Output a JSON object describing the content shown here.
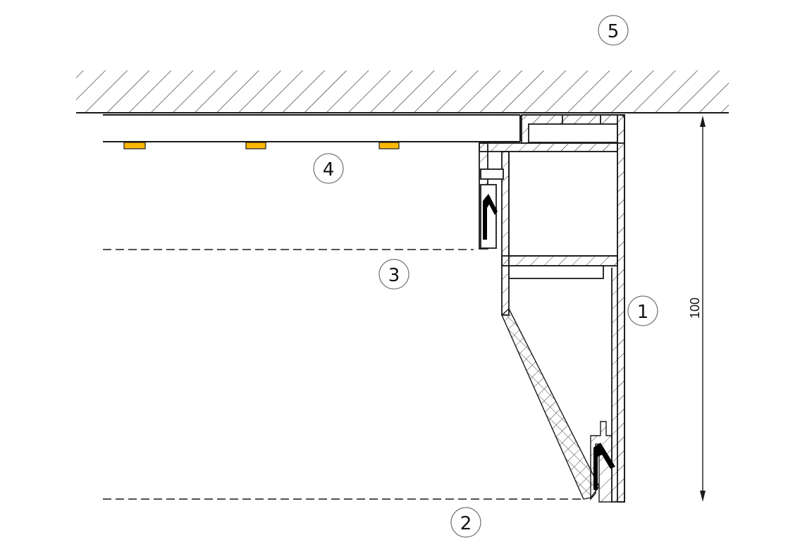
{
  "diagram": {
    "type": "technical cross-section drawing",
    "subject": "ceiling-mounted aluminium LED profile",
    "colors": {
      "line": "#1a1a1a",
      "hatch": "#555555",
      "led": "#FFB800",
      "gasket": "#000000",
      "background": "#ffffff"
    },
    "callouts": [
      {
        "id": "1",
        "label": "1"
      },
      {
        "id": "2",
        "label": "2"
      },
      {
        "id": "3",
        "label": "3"
      },
      {
        "id": "4",
        "label": "4"
      },
      {
        "id": "5",
        "label": "5"
      }
    ],
    "dimension": {
      "value": "100",
      "orientation": "vertical"
    },
    "led_count": 3
  }
}
